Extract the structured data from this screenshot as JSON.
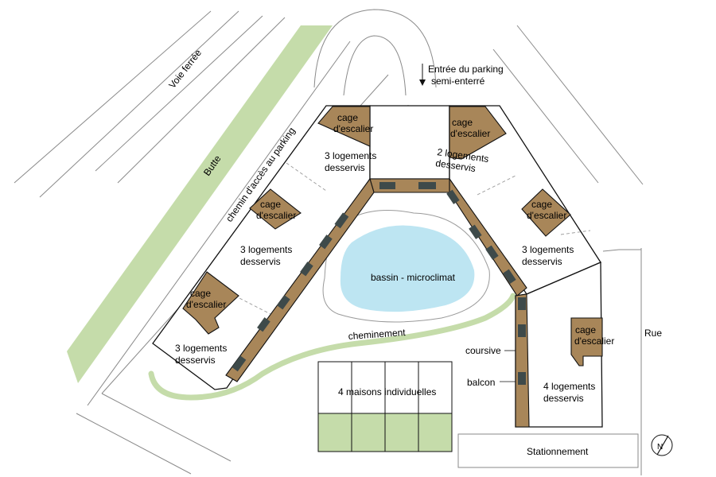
{
  "colors": {
    "green": "#c5dcaa",
    "brown": "#a88659",
    "water": "#bde5f2",
    "window": "#3e4a4a",
    "line": "#111111"
  },
  "labels": {
    "voie_ferree": "Voie ferrée",
    "butte": "Butte",
    "chemin": "chemin d'accès au parking",
    "entree_line1": "Entrée du parking",
    "entree_line2": "semi-enterré",
    "rue": "Rue",
    "stationnement": "Stationnement",
    "bassin": "bassin - microclimat",
    "cheminement": "cheminement",
    "coursive": "coursive",
    "balcon": "balcon",
    "maisons": "4 maisons individuelles",
    "north": "N"
  },
  "cages": [
    {
      "line1": "cage",
      "line2": "d'escalier"
    },
    {
      "line1": "cage",
      "line2": "d'escalier"
    },
    {
      "line1": "cage",
      "line2": "d'escalier"
    },
    {
      "line1": "cage",
      "line2": "d'escalier"
    },
    {
      "line1": "cage",
      "line2": "d'escalier"
    },
    {
      "line1": "cage",
      "line2": "d'escalier"
    }
  ],
  "logements": [
    {
      "line1": "3 logements",
      "line2": "desservis"
    },
    {
      "line1": "2 logements",
      "line2": "desservis"
    },
    {
      "line1": "3 logements",
      "line2": "desservis"
    },
    {
      "line1": "3 logements",
      "line2": "desservis"
    },
    {
      "line1": "3 logements",
      "line2": "desservis"
    },
    {
      "line1": "4 logements",
      "line2": "desservis"
    }
  ]
}
